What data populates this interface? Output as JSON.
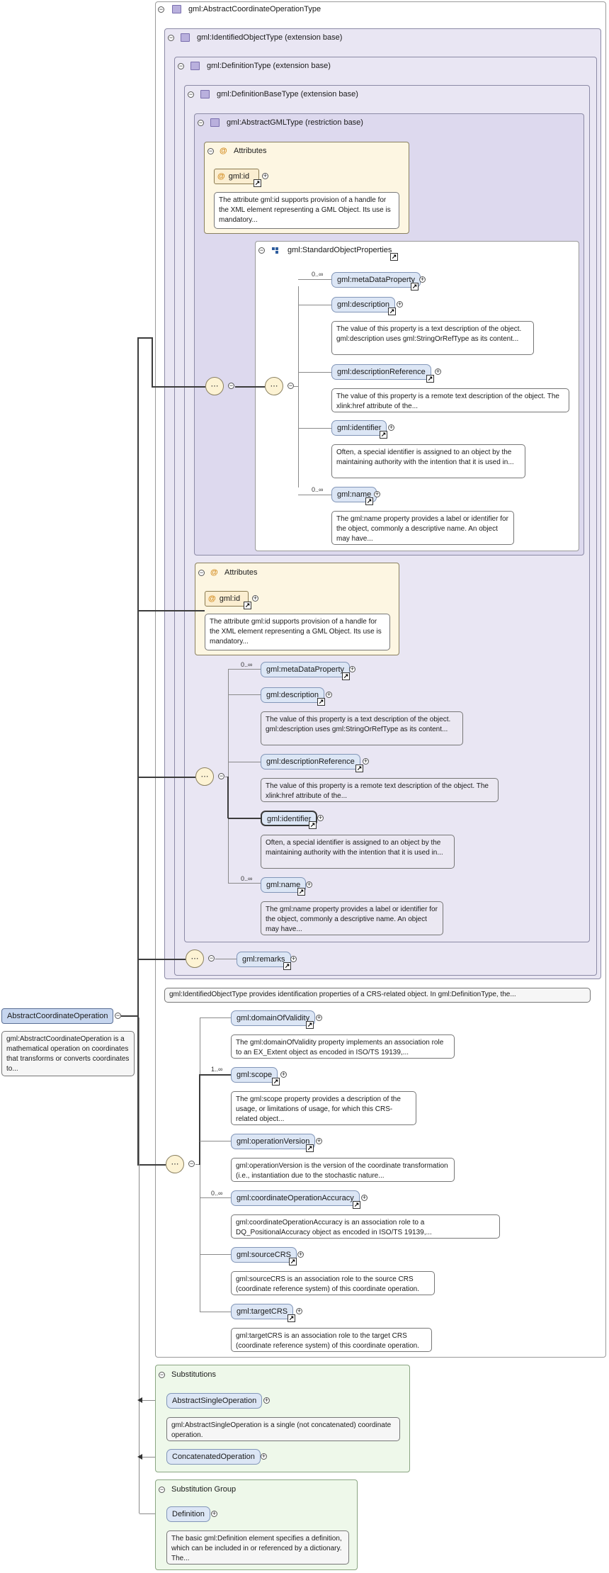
{
  "root": {
    "name": "AbstractCoordinateOperation",
    "desc": "gml:AbstractCoordinateOperation is a mathematical operation on coordinates that transforms or converts coordinates to..."
  },
  "type": {
    "title": "gml:AbstractCoordinateOperationType",
    "identified": "gml:IdentifiedObjectType (extension base)",
    "definition": "gml:DefinitionType (extension base)",
    "definitionBase": "gml:DefinitionBaseType (extension base)",
    "abstractGML": "gml:AbstractGMLType (restriction base)",
    "identifiedNote": "gml:IdentifiedObjectType provides identification properties of a CRS-related object. In gml:DefinitionType, the..."
  },
  "attributes": {
    "label": "Attributes",
    "id": "gml:id",
    "id_desc": "The attribute gml:id supports provision of a handle for the XML element representing a GML Object. Its use is mandatory..."
  },
  "sop": {
    "title": "gml:StandardObjectProperties"
  },
  "props": {
    "metaDataProperty": "gml:metaDataProperty",
    "description": "gml:description",
    "description_desc": "The value of this property is a text description of the object. gml:description uses gml:StringOrRefType as its content...",
    "descriptionReference": "gml:descriptionReference",
    "descriptionReference_desc": "The value of this property is a remote text description of the object. The xlink:href attribute of the...",
    "identifier": "gml:identifier",
    "identifier_desc": "Often, a special identifier is assigned to an object by the maintaining authority with the intention that it is used in...",
    "name": "gml:name",
    "name_desc": "The gml:name property provides a label or identifier for the object, commonly a descriptive name. An object may have...",
    "remarks": "gml:remarks",
    "card_many": "0..∞"
  },
  "ops": {
    "domainOfValidity": "gml:domainOfValidity",
    "domainOfValidity_desc": "The gml:domainOfValidity property implements an association role to an EX_Extent object as encoded in ISO/TS 19139,...",
    "scope": "gml:scope",
    "scope_card": "1..∞",
    "scope_desc": "The gml:scope property provides a description of the usage, or limitations of usage, for which this CRS-related object...",
    "operationVersion": "gml:operationVersion",
    "operationVersion_desc": "gml:operationVersion is the version of the coordinate transformation (i.e., instantiation due to the stochastic nature...",
    "coordinateOperationAccuracy": "gml:coordinateOperationAccuracy",
    "coordinateOperationAccuracy_card": "0..∞",
    "coordinateOperationAccuracy_desc": "gml:coordinateOperationAccuracy is an association role to a DQ_PositionalAccuracy object as encoded in ISO/TS 19139,...",
    "sourceCRS": "gml:sourceCRS",
    "sourceCRS_desc": "gml:sourceCRS is an association role to the source CRS (coordinate reference system) of this coordinate operation.",
    "targetCRS": "gml:targetCRS",
    "targetCRS_desc": "gml:targetCRS is an association role to the target CRS (coordinate reference system) of this coordinate operation."
  },
  "substitutions": {
    "label": "Substitutions",
    "single": "AbstractSingleOperation",
    "single_desc": "gml:AbstractSingleOperation is a single (not concatenated) coordinate operation.",
    "concatenated": "ConcatenatedOperation"
  },
  "substitutionGroup": {
    "label": "Substitution Group",
    "definition": "Definition",
    "definition_desc": "The basic gml:Definition element specifies a definition, which can be included in or referenced by a dictionary. The..."
  },
  "glyphs": {
    "collapse": "−",
    "expand": "+",
    "link": "↗",
    "at": "@",
    "seq": "⋯"
  },
  "colors": {
    "typeFill": "#e9e6f3",
    "elementFill": "#dce6f5",
    "attrFill": "#fdf6e2",
    "substFill": "#eef8ea"
  }
}
